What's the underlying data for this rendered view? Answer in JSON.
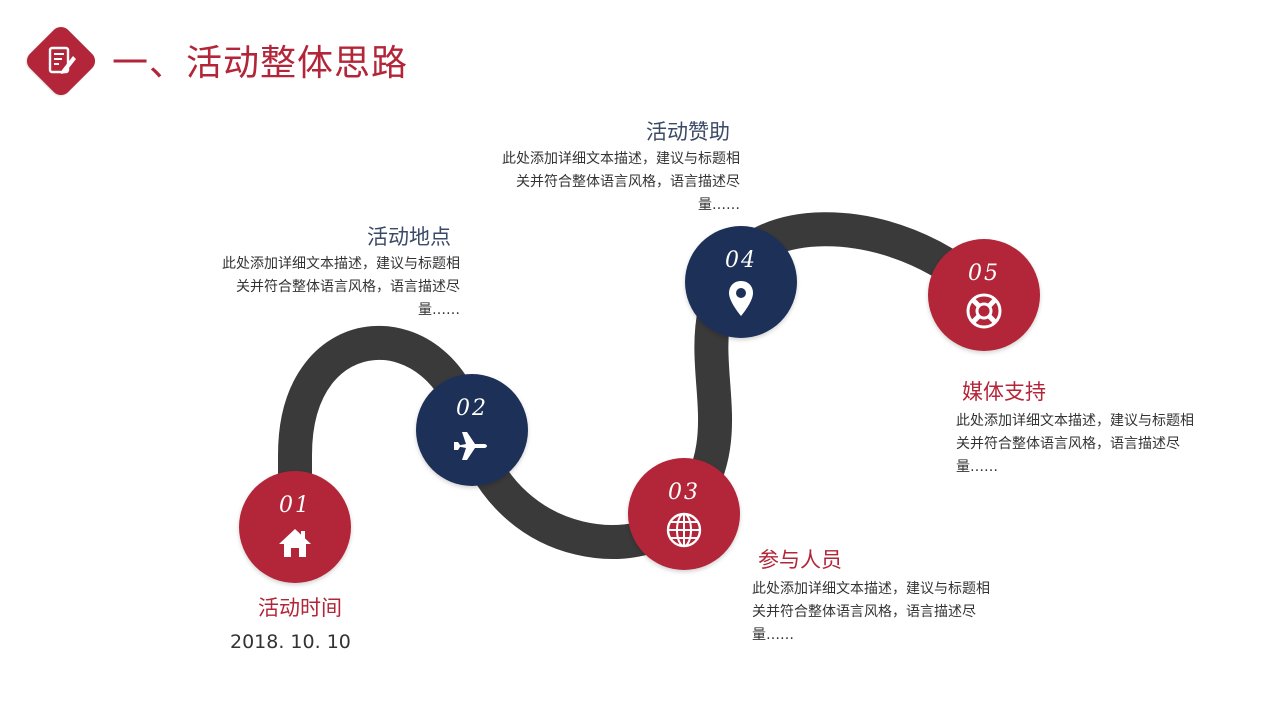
{
  "header": {
    "title": "一、活动整体思路",
    "logo_icon": "edit-document-icon"
  },
  "colors": {
    "brand_red": "#b32538",
    "navy": "#1d3058",
    "road": "#3a3a3a",
    "title_navy": "#3b4a66",
    "text": "#333333"
  },
  "steps": [
    {
      "number": "01",
      "title": "活动时间",
      "date": "2018. 10. 10",
      "icon": "home-icon",
      "color": "red"
    },
    {
      "number": "02",
      "title": "活动地点",
      "description": "此处添加详细文本描述，建议与标题相关并符合整体语言风格，语言描述尽量……",
      "icon": "airplane-icon",
      "color": "navy"
    },
    {
      "number": "03",
      "title": "参与人员",
      "description": "此处添加详细文本描述，建议与标题相关并符合整体语言风格，语言描述尽量……",
      "icon": "globe-icon",
      "color": "red"
    },
    {
      "number": "04",
      "title": "活动赞助",
      "description": "此处添加详细文本描述，建议与标题相关并符合整体语言风格，语言描述尽量……",
      "icon": "location-pin-icon",
      "color": "navy"
    },
    {
      "number": "05",
      "title": "媒体支持",
      "description": "此处添加详细文本描述，建议与标题相关并符合整体语言风格，语言描述尽量……",
      "icon": "lifebuoy-icon",
      "color": "red"
    }
  ]
}
